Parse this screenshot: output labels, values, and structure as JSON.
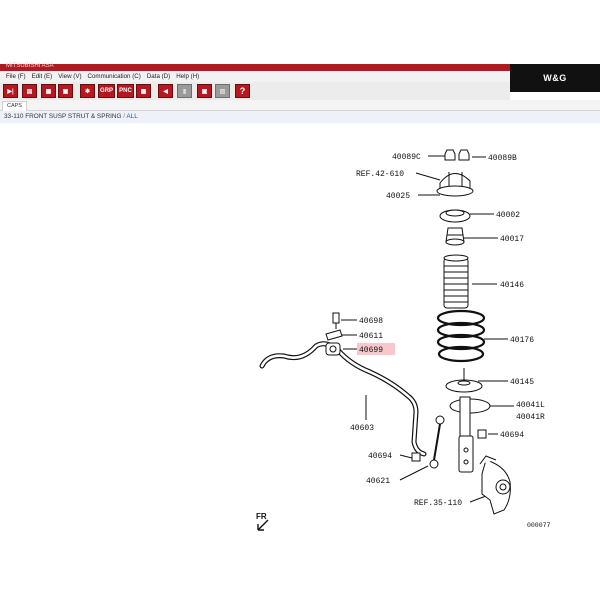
{
  "window": {
    "title": "MITSUBISHI ASA",
    "brand": "W&G"
  },
  "menu": {
    "items": [
      "File (F)",
      "Edit (E)",
      "View (V)",
      "Communication (C)",
      "Data (D)",
      "Help (H)"
    ]
  },
  "toolbar": {
    "buttons": [
      {
        "name": "exit-button",
        "glyph": "▶|"
      },
      {
        "name": "catalog-button",
        "glyph": "▤"
      },
      {
        "name": "print-button",
        "glyph": "▦"
      },
      {
        "name": "save-button",
        "glyph": "▣"
      },
      {
        "name": "parts-button",
        "glyph": "✱"
      },
      {
        "name": "grp-button",
        "glyph": "GRP"
      },
      {
        "name": "pnc-button",
        "glyph": "PNC"
      },
      {
        "name": "grid-button",
        "glyph": "▦"
      },
      {
        "name": "back-button",
        "glyph": "◀"
      },
      {
        "name": "flag-button",
        "glyph": "▮"
      },
      {
        "name": "bookmark-button",
        "glyph": "▣"
      },
      {
        "name": "image-button",
        "glyph": "▨"
      },
      {
        "name": "help-button",
        "glyph": "?"
      }
    ]
  },
  "tab": {
    "label": "CAPS"
  },
  "breadcrumb": {
    "prefix": "33-110  FRONT SUSP STRUT & SPRING",
    "separator": " / ",
    "scope": "ALL"
  },
  "diagram": {
    "parts": {
      "p40089c": "40089C",
      "p40089b": "40089B",
      "ref42": "REF.42-610",
      "p40025": "40025",
      "p40002": "40002",
      "p40017": "40017",
      "p40146": "40146",
      "p40698": "40698",
      "p40611": "40611",
      "p40699": "40699",
      "p40176": "40176",
      "p40145": "40145",
      "p40041l": "40041L",
      "p40041r": "40041R",
      "p40603": "40603",
      "p40694a": "40694",
      "p40694b": "40694",
      "p40621": "40621",
      "ref35": "REF.35-110"
    },
    "direction": "FR",
    "code": "000077",
    "highlight_color": "#f7c7cd"
  }
}
